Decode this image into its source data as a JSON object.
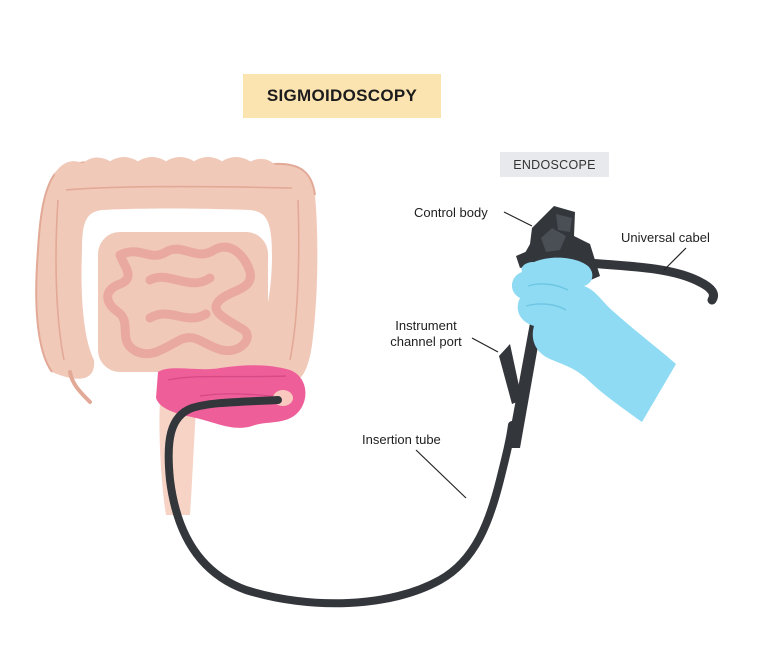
{
  "title": "SIGMOIDOSCOPY",
  "tag": "ENDOSCOPE",
  "labels": {
    "control_body": "Control body",
    "universal_cable": "Universal cabel",
    "instrument_channel_port_line1": "Instrument",
    "instrument_channel_port_line2": "channel port",
    "insertion_tube": "Insertion tube"
  },
  "colors": {
    "title_bg": "#fbe4b0",
    "tag_bg": "#e7e9ec",
    "colon": "#f1c9b9",
    "colon_outline": "#e2a996",
    "small_intestine": "#e9a9a0",
    "sigmoid": "#ee5f9a",
    "glove": "#8fdbf4",
    "scope": "#33363b"
  }
}
